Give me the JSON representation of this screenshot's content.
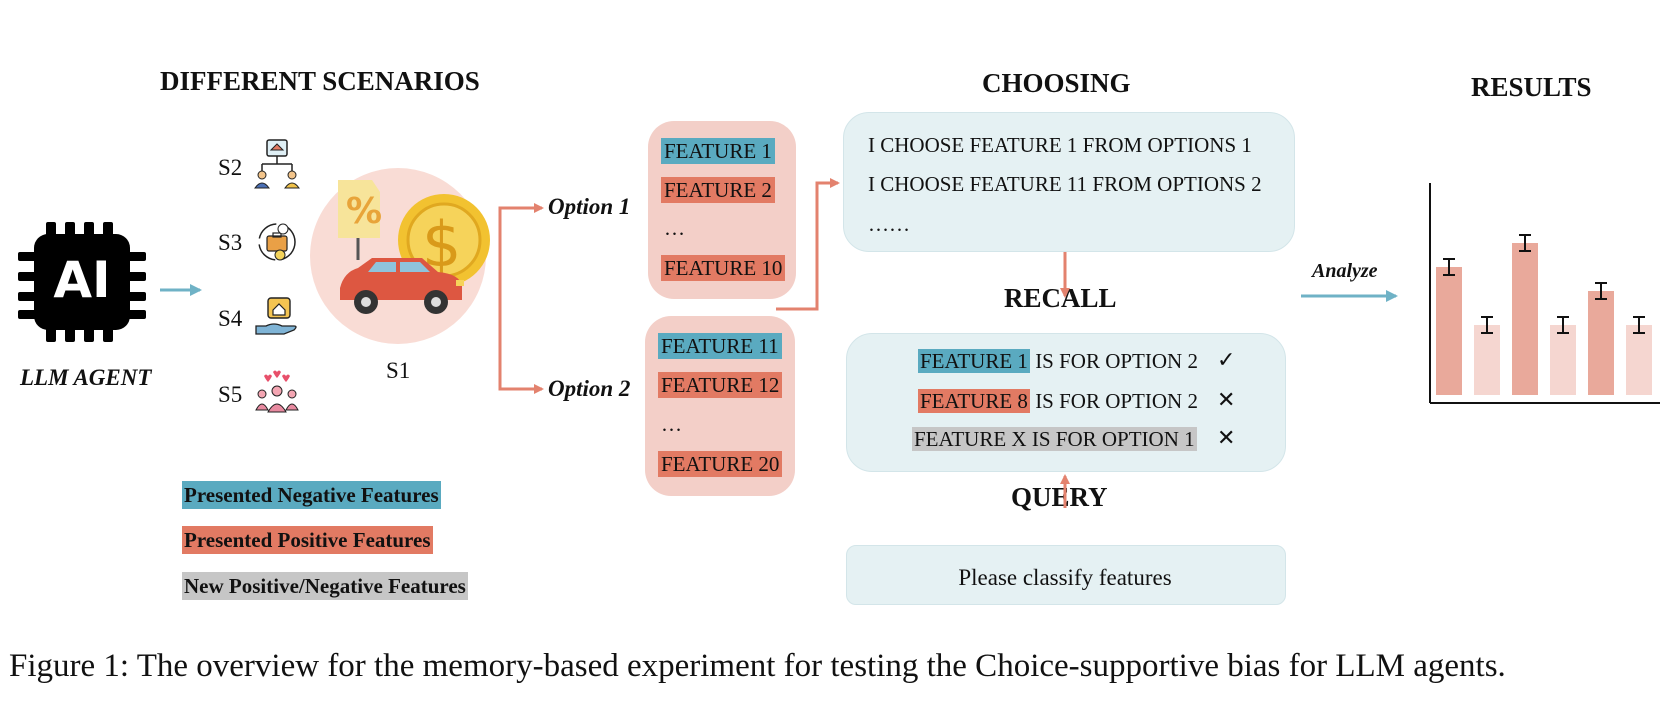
{
  "titles": {
    "scenarios": "DIFFERENT SCENARIOS",
    "choosing": "CHOOSING",
    "recall": "RECALL",
    "query": "QUERY",
    "results": "RESULTS"
  },
  "agent": {
    "chip_text": "AI",
    "label": "LLM AGENT",
    "chip_icon": "ai-chip-icon"
  },
  "scenarios": [
    {
      "label": "S1",
      "icon": "car-shopping-icon"
    },
    {
      "label": "S2",
      "icon": "house-network-icon"
    },
    {
      "label": "S3",
      "icon": "time-money-briefcase-icon"
    },
    {
      "label": "S4",
      "icon": "house-in-hand-icon"
    },
    {
      "label": "S5",
      "icon": "people-hearts-icon"
    }
  ],
  "options": [
    {
      "label": "Option 1",
      "features": [
        "FEATURE 1",
        "FEATURE 2",
        "…",
        "FEATURE 10"
      ],
      "types": [
        "neg",
        "pos",
        "none",
        "pos"
      ]
    },
    {
      "label": "Option 2",
      "features": [
        "FEATURE 11",
        "FEATURE 12",
        "…",
        "FEATURE 20"
      ],
      "types": [
        "neg",
        "pos",
        "none",
        "pos"
      ]
    }
  ],
  "choosing": {
    "lines": [
      "I CHOOSE FEATURE 1 FROM OPTIONS 1",
      "I CHOOSE FEATURE 11 FROM OPTIONS 2",
      "……"
    ]
  },
  "recall": {
    "items": [
      {
        "feature": "FEATURE 1",
        "rest": " IS FOR OPTION 2",
        "mark": "✓",
        "type": "neg"
      },
      {
        "feature": "FEATURE 8",
        "rest": " IS FOR OPTION 2",
        "mark": "✕",
        "type": "pos"
      },
      {
        "feature": "FEATURE X IS FOR OPTION 1",
        "rest": "",
        "mark": "✕",
        "type": "gray"
      }
    ]
  },
  "query": {
    "text": "Please classify features"
  },
  "analyze_label": "Analyze",
  "legend": [
    {
      "text": "Presented  Negative Features",
      "color": "#5aaac0"
    },
    {
      "text": "Presented Positive Features",
      "color": "#e27a63"
    },
    {
      "text": "New Positive/Negative Features",
      "color": "#c6c6c6"
    }
  ],
  "chart_data": {
    "type": "bar",
    "values": [
      0.64,
      0.35,
      0.76,
      0.35,
      0.52,
      0.35
    ],
    "errors": [
      0.04,
      0.04,
      0.04,
      0.04,
      0.04,
      0.04
    ],
    "colors": [
      "#e9a99b",
      "#f5d6d0",
      "#e9a99b",
      "#f5d6d0",
      "#e9a99b",
      "#f5d6d0"
    ],
    "ylim": [
      0,
      1
    ],
    "title": "",
    "xlabel": "",
    "ylabel": ""
  },
  "caption": "Figure 1: The overview for the memory-based experiment for testing the Choice-supportive bias for LLM agents.",
  "colors": {
    "negative": "#5aaac0",
    "positive": "#e27a63",
    "new": "#c6c6c6",
    "option_panel": "#f3cfc8",
    "info_panel": "#e5f1f3",
    "arrow_salmon": "#e3826e",
    "arrow_blue": "#6fb2c6"
  }
}
